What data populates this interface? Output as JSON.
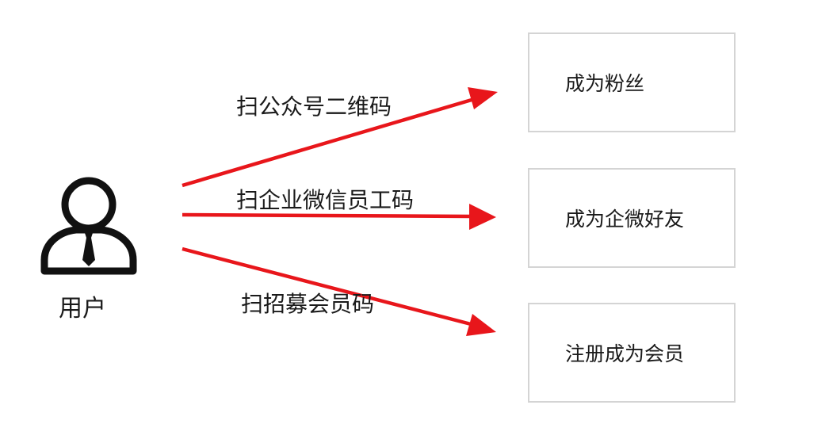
{
  "user": {
    "icon": "user-person-icon",
    "label": "用户"
  },
  "flows": [
    {
      "action": "扫公众号二维码",
      "result": "成为粉丝"
    },
    {
      "action": "扫企业微信员工码",
      "result": "成为企微好友"
    },
    {
      "action": "扫招募会员码",
      "result": "注册成为会员"
    }
  ],
  "colors": {
    "arrow": "#e8161b",
    "box_border": "#d4d4d4",
    "text": "#1a1a1a"
  }
}
